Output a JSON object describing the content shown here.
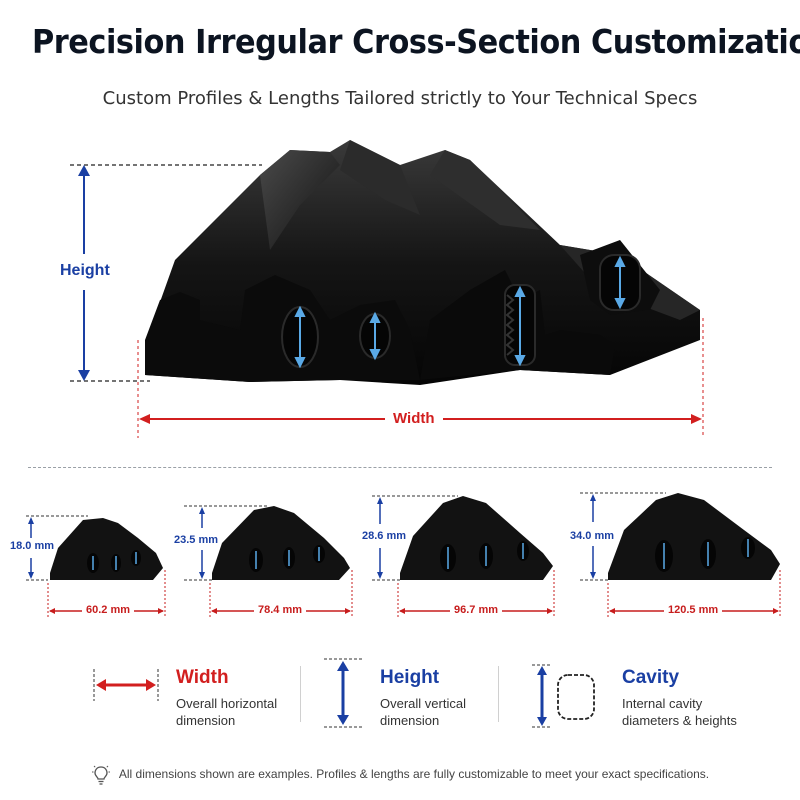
{
  "header": {
    "title": "Precision Irregular Cross-Section Customization",
    "subtitle": "Custom Profiles & Lengths Tailored strictly to Your Technical Specs"
  },
  "hero": {
    "height_label": "Height",
    "width_label": "Width"
  },
  "variants": [
    {
      "height": "18.0 mm",
      "width": "60.2 mm"
    },
    {
      "height": "23.5 mm",
      "width": "78.4 mm"
    },
    {
      "height": "28.6 mm",
      "width": "96.7 mm"
    },
    {
      "height": "34.0 mm",
      "width": "120.5 mm"
    }
  ],
  "legend": {
    "width": {
      "title": "Width",
      "desc_line1": "Overall horizontal",
      "desc_line2": "dimension",
      "color": "#d21f1f"
    },
    "height": {
      "title": "Height",
      "desc_line1": "Overall vertical",
      "desc_line2": "dimension",
      "color": "#1a3fa3"
    },
    "cavity": {
      "title": "Cavity",
      "desc_line1": "Internal cavity",
      "desc_line2": "diameters & heights",
      "color": "#1a3fa3"
    }
  },
  "footnote": "All dimensions shown are examples. Profiles & lengths are fully customizable to meet your exact specifications.",
  "colors": {
    "width_red": "#d21f1f",
    "height_blue": "#1a3fa3",
    "cavity_arrow": "#5aa9e6",
    "rubber": "#141414"
  },
  "icons": [
    "lightbulb-icon",
    "width-arrow-icon",
    "height-arrow-icon",
    "cavity-icon"
  ]
}
